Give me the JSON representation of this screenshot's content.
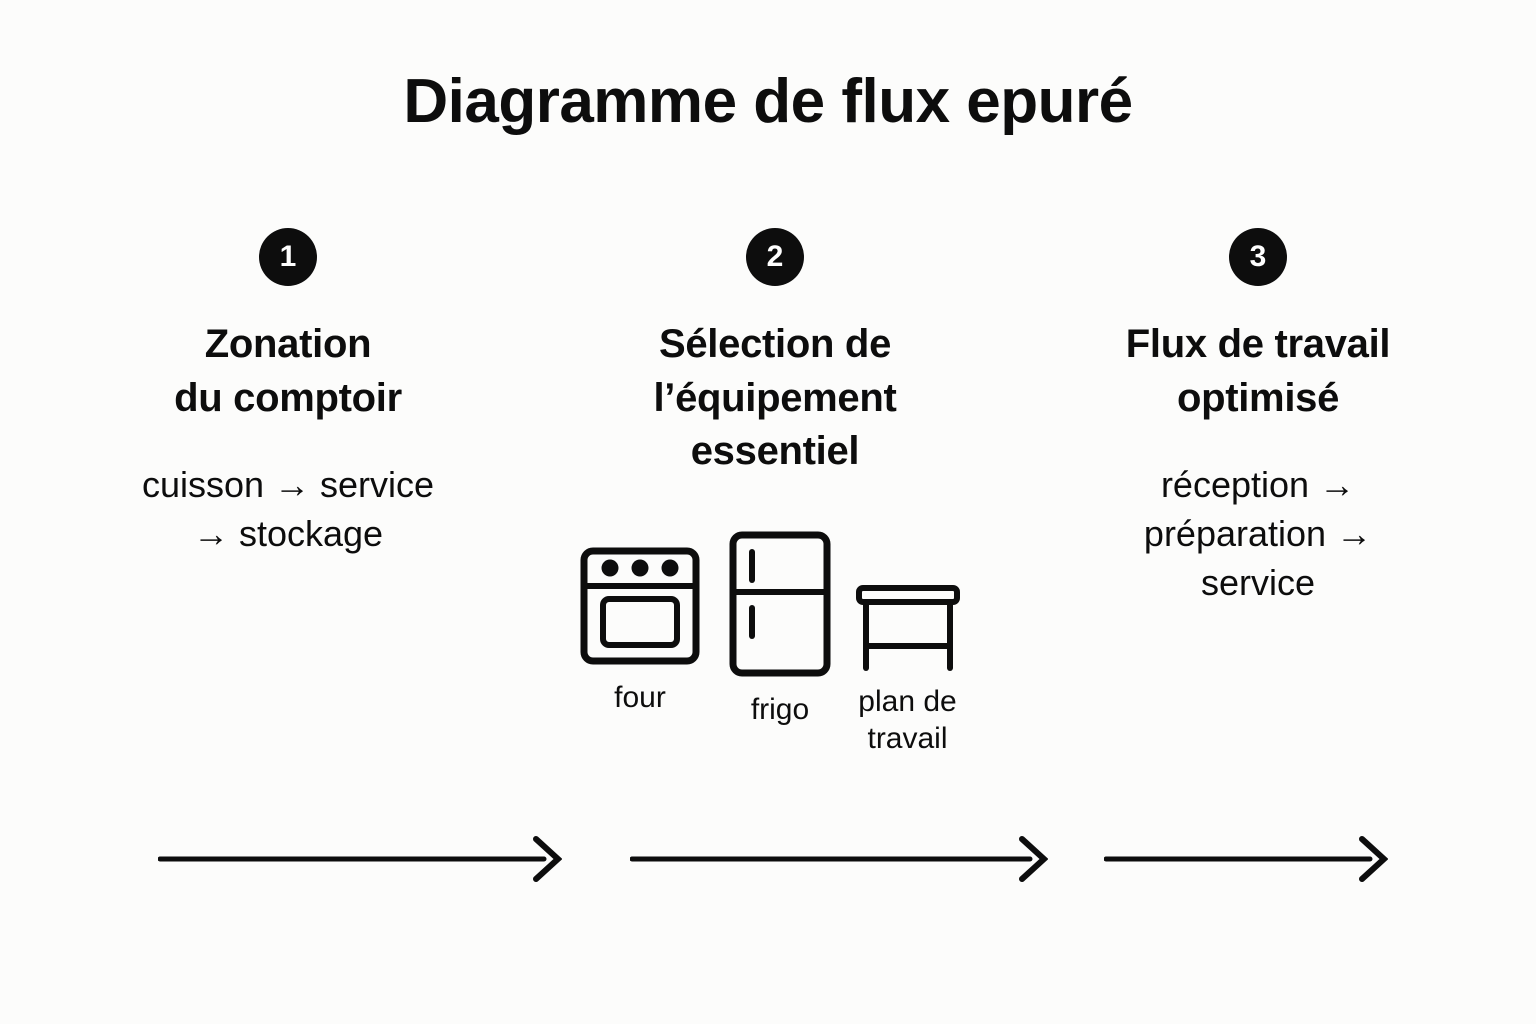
{
  "page": {
    "title": "Diagramme de flux epuré",
    "background_color": "#fcfcfb",
    "ink_color": "#0d0d0d",
    "badge_text_color": "#ffffff"
  },
  "steps": [
    {
      "badge": "1",
      "title": "Zonation\ndu comptoir",
      "body": "cuisson → service\n→ stockage"
    },
    {
      "badge": "2",
      "title": "Sélection de\nl’équipement\nessentiel",
      "body": ""
    },
    {
      "badge": "3",
      "title": "Flux de travail\noptimisé",
      "body": "réception →\npréparation →\nservice"
    }
  ],
  "equipment": [
    {
      "icon": "oven-icon",
      "label": "four"
    },
    {
      "icon": "fridge-icon",
      "label": "frigo"
    },
    {
      "icon": "worktable-icon",
      "label": "plan de\ntravail"
    }
  ],
  "arrows": [
    {
      "name": "flow-arrow-1"
    },
    {
      "name": "flow-arrow-2"
    },
    {
      "name": "flow-arrow-3"
    }
  ]
}
